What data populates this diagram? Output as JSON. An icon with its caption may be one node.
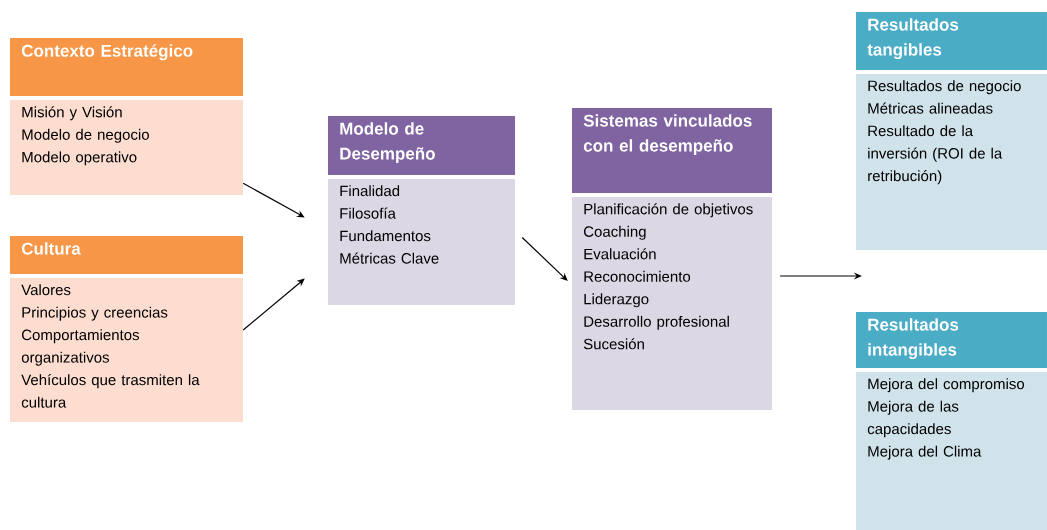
{
  "diagram": {
    "nodes": [
      {
        "text": [
          "Contexto Estratégico",
          "Misión y Visión",
          "Modelo de negocio",
          "Modelo operativo"
        ]
      },
      {
        "text": [
          "Cultura",
          "Valores",
          "Principios y creencias",
          "Comportamientos organizativos",
          "Vehículos que trasmiten la cultura"
        ]
      },
      {
        "text": [
          "Modelo de Desempeño",
          "Finalidad",
          "Filosofía",
          "Fundamentos",
          "Métricas Clave"
        ]
      },
      {
        "text": [
          "Sistemas vinculados con el desempeño",
          "Planificación de objetivos",
          "Coaching",
          "Evaluación",
          "Reconocimiento",
          "Liderazgo",
          "Desarrollo profesional",
          "Sucesión"
        ]
      },
      {
        "text": [
          "Resultados tangibles",
          "Resultados de negocio",
          "Métricas alineadas",
          "Resultado de la inversión (ROI de la retribución)"
        ]
      },
      {
        "text": [
          "Resultados intangibles",
          "Mejora del compromiso",
          "Mejora de las capacidades",
          "Mejora del  Clima"
        ]
      }
    ],
    "edges": [
      {
        "from": 0,
        "to": 2,
        "arrow": "to"
      },
      {
        "from": 1,
        "to": 2,
        "arrow": "to"
      },
      {
        "from": 2,
        "to": 3,
        "arrow": "to"
      },
      {
        "from": 3,
        "to": null,
        "arrow": "to"
      }
    ]
  }
}
